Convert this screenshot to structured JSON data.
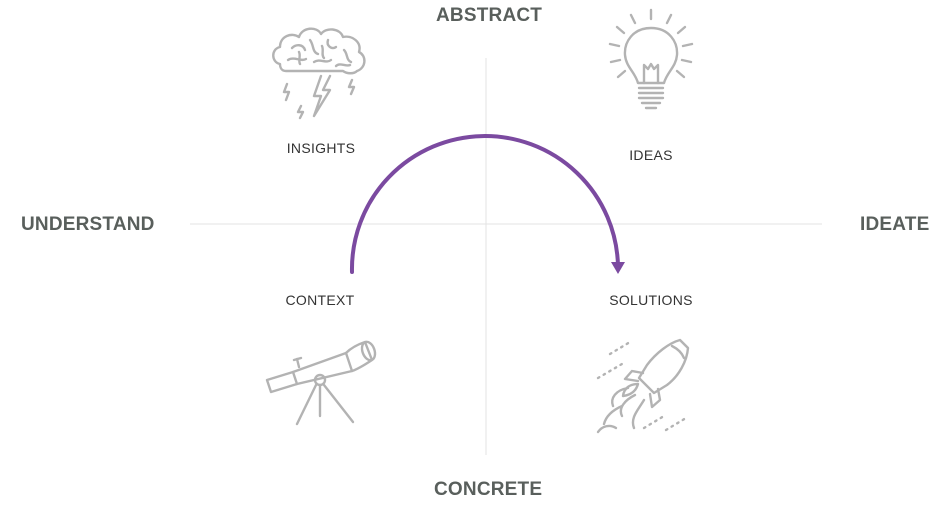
{
  "axes": {
    "top": "ABSTRACT",
    "bottom": "CONCRETE",
    "left": "UNDERSTAND",
    "right": "IDEATE"
  },
  "quadrants": {
    "top_left": {
      "label": "INSIGHTS",
      "icon": "brain-storm-icon"
    },
    "top_right": {
      "label": "IDEAS",
      "icon": "lightbulb-icon"
    },
    "bottom_left": {
      "label": "CONTEXT",
      "icon": "telescope-icon"
    },
    "bottom_right": {
      "label": "SOLUTIONS",
      "icon": "rocket-icon"
    }
  },
  "colors": {
    "axis_text": "#595f5c",
    "quadrant_text": "#333333",
    "icon": "#b3b3b3",
    "divider": "#e3e3e3",
    "arc": "#7b4aa0"
  }
}
